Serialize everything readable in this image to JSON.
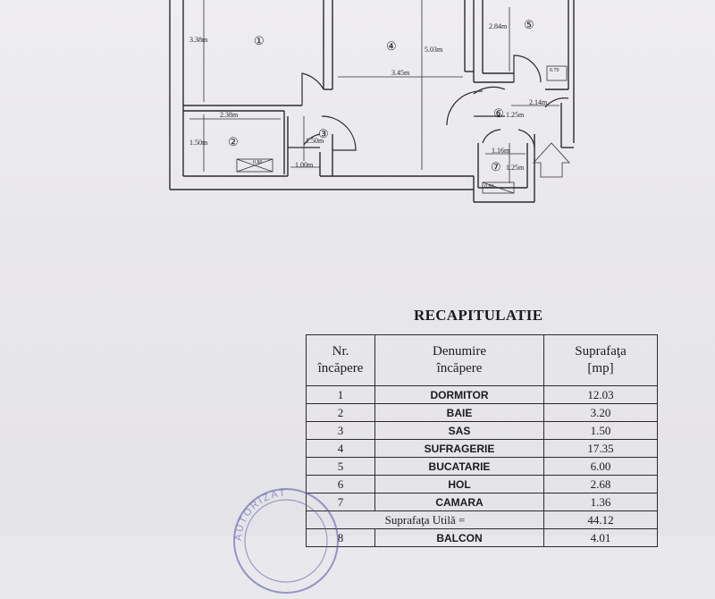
{
  "plan": {
    "dims": {
      "d1": "3.38m",
      "d2": "5.03m",
      "d3": "2.84m",
      "d4": "3.45m",
      "d5": "2.38m",
      "d6": "1.50m",
      "d7": "1.50m",
      "d8": "1.00m",
      "d9": "2.14m",
      "d10": "1.25m",
      "d11": "1.16m",
      "d12": "1.25m",
      "d13": "0.70",
      "d14": "0.80",
      "d15": "0.80"
    },
    "room_numbers": [
      "①",
      "②",
      "③",
      "④",
      "⑤",
      "⑥",
      "⑦"
    ]
  },
  "recap": {
    "title": "RECAPITULATIE",
    "headers": {
      "nr": [
        "Nr.",
        "încăpere"
      ],
      "name": [
        "Denumire",
        "încăpere"
      ],
      "area": [
        "Suprafaţa",
        "[mp]"
      ]
    },
    "rows": [
      {
        "nr": "1",
        "name": "DORMITOR",
        "area": "12.03"
      },
      {
        "nr": "2",
        "name": "BAIE",
        "area": "3.20"
      },
      {
        "nr": "3",
        "name": "SAS",
        "area": "1.50"
      },
      {
        "nr": "4",
        "name": "SUFRAGERIE",
        "area": "17.35"
      },
      {
        "nr": "5",
        "name": "BUCATARIE",
        "area": "6.00"
      },
      {
        "nr": "6",
        "name": "HOL",
        "area": "2.68"
      },
      {
        "nr": "7",
        "name": "CAMARA",
        "area": "1.36"
      }
    ],
    "total": {
      "label": "Suprafaţa Utilă =",
      "value": "44.12"
    },
    "partial": {
      "nr": "8",
      "name": "BALCON",
      "area": "4.01"
    }
  },
  "stamp": {
    "text": "AUTORIZAT"
  }
}
